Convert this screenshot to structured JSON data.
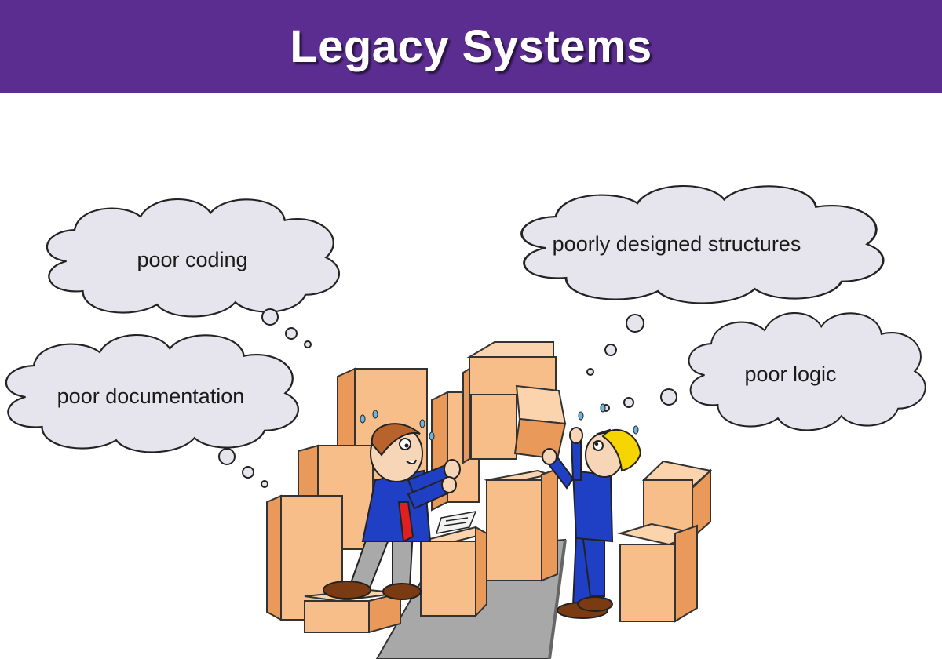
{
  "slide": {
    "title": "Legacy Systems"
  },
  "thought_clouds": [
    {
      "id": "coding",
      "text": "poor coding"
    },
    {
      "id": "documentation",
      "text": "poor documentation"
    },
    {
      "id": "structures",
      "text": "poorly designed structures"
    },
    {
      "id": "logic",
      "text": "poor logic"
    }
  ],
  "colors": {
    "title_bar": "#5b2d91",
    "title_text": "#ffffff",
    "cloud_fill": "#e6e4ec",
    "box_front": "#f7be8a",
    "box_side": "#e9995a",
    "box_top": "#fbd3ad",
    "suit": "#1f3fc4",
    "tie": "#e02020",
    "hardhat": "#f5d400",
    "conveyor": "#a8a8a8"
  }
}
